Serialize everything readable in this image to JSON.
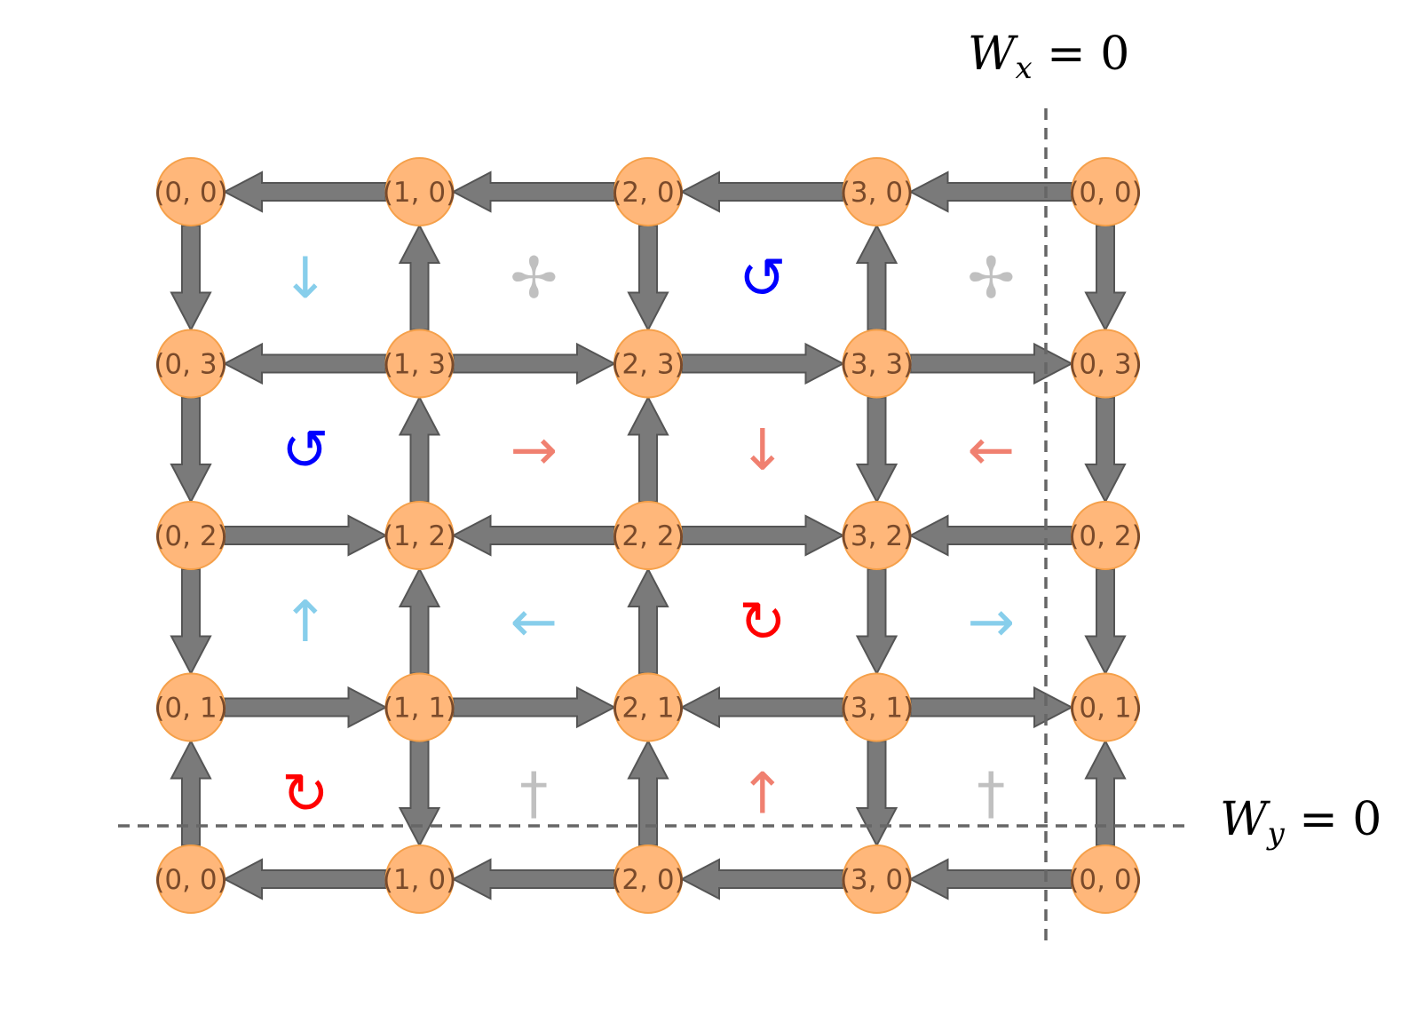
{
  "labels": {
    "wx": {
      "var": "W",
      "sub": "x",
      "rest": " = 0"
    },
    "wy": {
      "var": "W",
      "sub": "y",
      "rest": " = 0"
    }
  },
  "colors": {
    "node_fill": "#ffb77a",
    "node_stroke": "#f5a04a",
    "node_text": "#7a4a2a",
    "edge": "#7a7a7a",
    "edge_stroke": "#555555",
    "dashed_line": "#666666"
  },
  "grid": {
    "cols": 5,
    "rows": 5,
    "node_rows": [
      [
        "(0, 0)",
        "(1, 0)",
        "(2, 0)",
        "(3, 0)",
        "(0, 0)"
      ],
      [
        "(0, 3)",
        "(1, 3)",
        "(2, 3)",
        "(3, 3)",
        "(0, 3)"
      ],
      [
        "(0, 2)",
        "(1, 2)",
        "(2, 2)",
        "(3, 2)",
        "(0, 2)"
      ],
      [
        "(0, 1)",
        "(1, 1)",
        "(2, 1)",
        "(3, 1)",
        "(0, 1)"
      ],
      [
        "(0, 0)",
        "(1, 0)",
        "(2, 0)",
        "(3, 0)",
        "(0, 0)"
      ]
    ]
  },
  "horizontal_edges": [
    [
      "left",
      "left",
      "left",
      "left"
    ],
    [
      "left",
      "right",
      "right",
      "right"
    ],
    [
      "right",
      "left",
      "right",
      "left"
    ],
    [
      "right",
      "right",
      "left",
      "right"
    ],
    [
      "left",
      "left",
      "left",
      "left"
    ]
  ],
  "vertical_edges": [
    [
      "down",
      "up",
      "down",
      "up",
      "down"
    ],
    [
      "down",
      "up",
      "up",
      "down",
      "down"
    ],
    [
      "down",
      "up",
      "up",
      "down",
      "down"
    ],
    [
      "up",
      "down",
      "up",
      "down",
      "up"
    ]
  ],
  "cells": [
    [
      {
        "symbol": "↓",
        "color": "#87ceeb"
      },
      {
        "symbol": "✢",
        "color": "#c0c0c0"
      },
      {
        "symbol": "↺",
        "color": "#0000ff"
      },
      {
        "symbol": "✢",
        "color": "#c0c0c0"
      }
    ],
    [
      {
        "symbol": "↺",
        "color": "#0000ff"
      },
      {
        "symbol": "→",
        "color": "#f08070"
      },
      {
        "symbol": "↓",
        "color": "#f08070"
      },
      {
        "symbol": "←",
        "color": "#f08070"
      }
    ],
    [
      {
        "symbol": "↑",
        "color": "#87ceeb"
      },
      {
        "symbol": "←",
        "color": "#87ceeb"
      },
      {
        "symbol": "↻",
        "color": "#ff0000"
      },
      {
        "symbol": "→",
        "color": "#87ceeb"
      }
    ],
    [
      {
        "symbol": "↻",
        "color": "#ff0000"
      },
      {
        "symbol": "†",
        "color": "#c0c0c0"
      },
      {
        "symbol": "↑",
        "color": "#f08070"
      },
      {
        "symbol": "†",
        "color": "#c0c0c0"
      }
    ]
  ]
}
